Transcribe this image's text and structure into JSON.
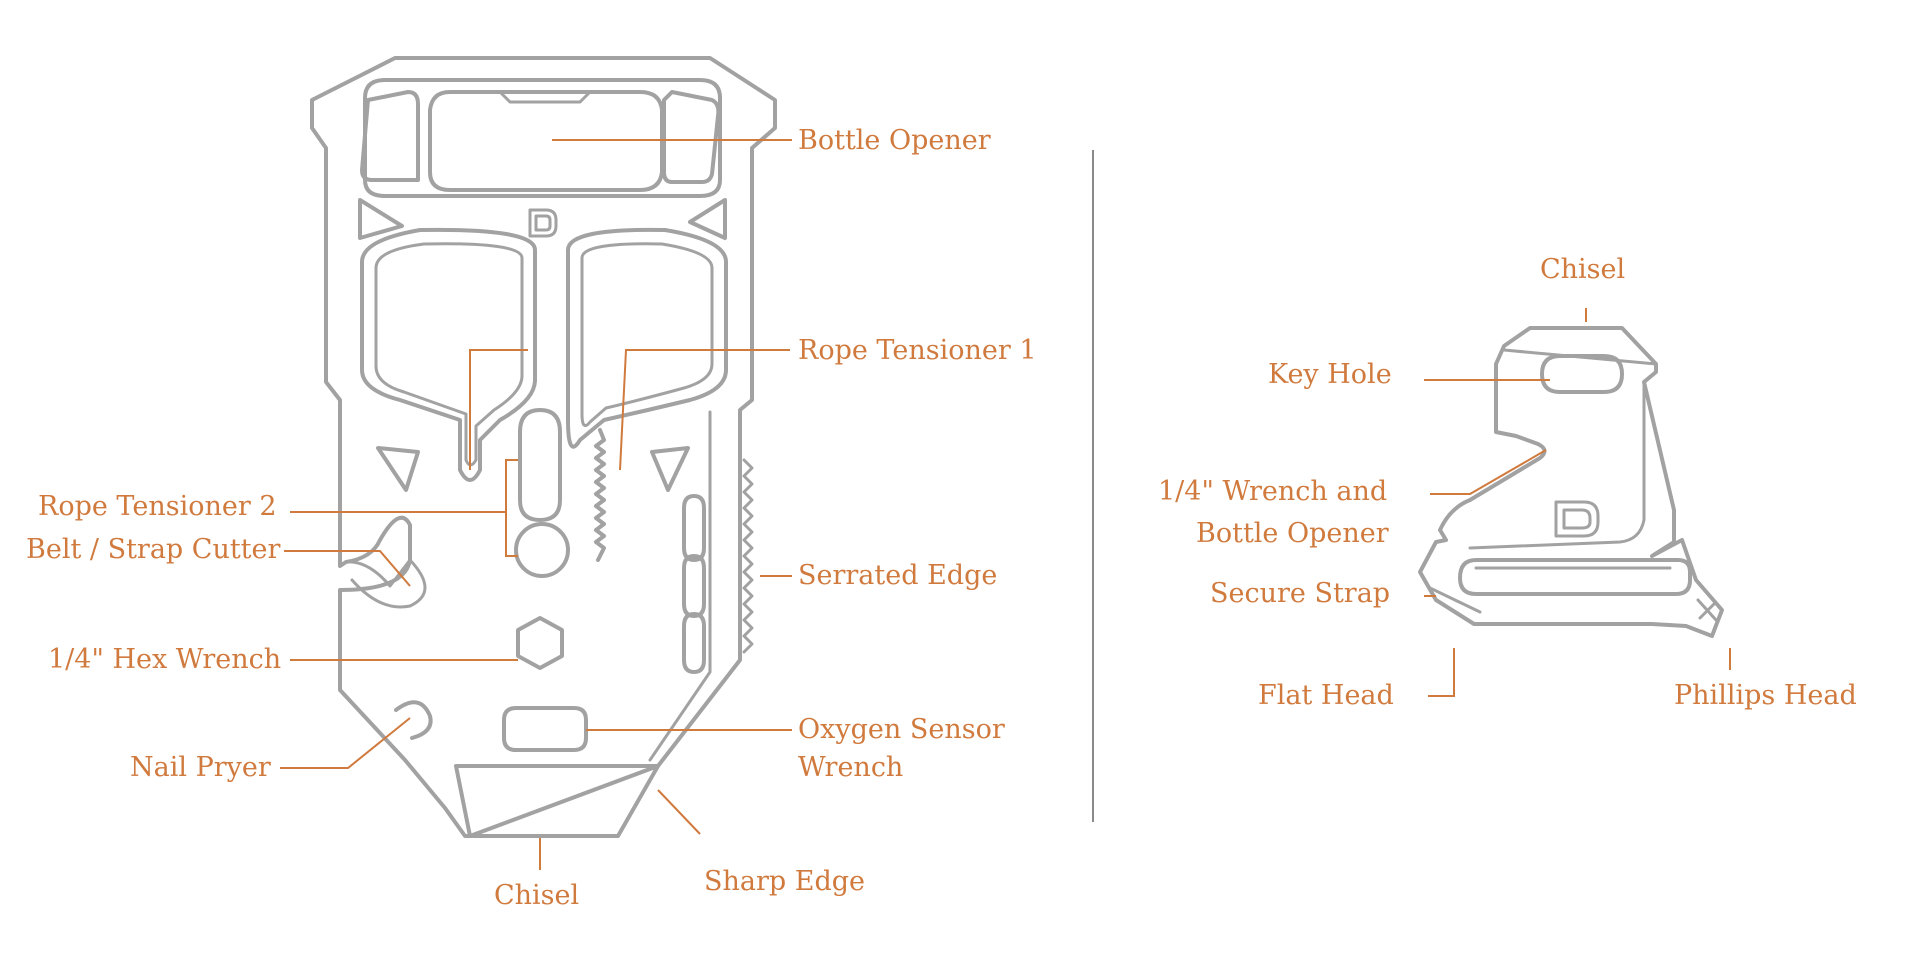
{
  "colors": {
    "accent": "#d07a3e",
    "outline": "#a2a2a2",
    "divider": "#8a8a8a",
    "background": "#ffffff"
  },
  "labels": {
    "bottle_opener": "Bottle Opener",
    "rope_tensioner_1": "Rope Tensioner 1",
    "rope_tensioner_2": "Rope Tensioner 2",
    "belt_strap_cutter": "Belt / Strap Cutter",
    "serrated_edge": "Serrated Edge",
    "hex_wrench": "1/4\" Hex Wrench",
    "oxygen_sensor_line1": "Oxygen Sensor",
    "oxygen_sensor_line2": "Wrench",
    "nail_pryer": "Nail Pryer",
    "chisel_left": "Chisel",
    "sharp_edge": "Sharp Edge",
    "chisel_right": "Chisel",
    "key_hole": "Key Hole",
    "wrench_bottle_line1": "1/4\" Wrench and",
    "wrench_bottle_line2": "Bottle Opener",
    "secure_strap": "Secure Strap",
    "flat_head": "Flat Head",
    "phillips_head": "Phillips Head"
  }
}
